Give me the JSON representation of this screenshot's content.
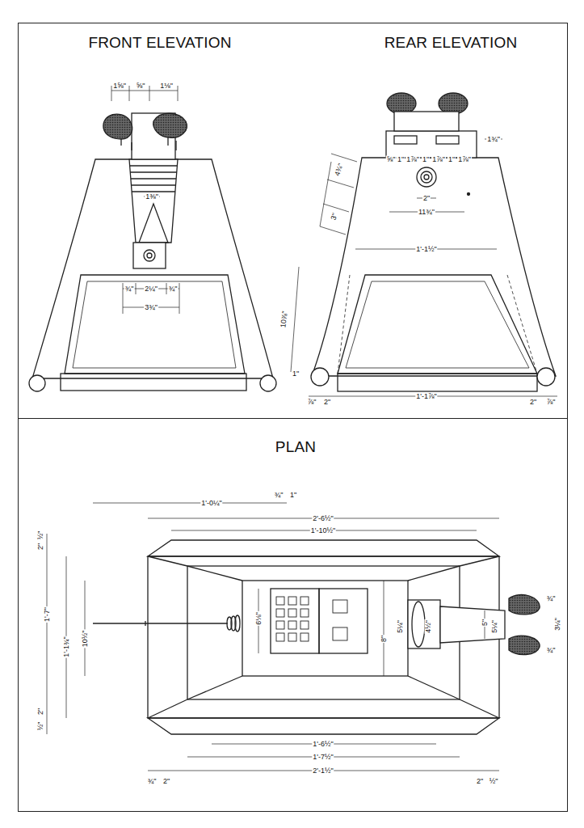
{
  "diagram": {
    "nodes": [
      {
        "text": [
          "FRONT ELEVATION",
          "REAR ELEVATION"
        ]
      },
      {
        "text": [
          "PLAN"
        ]
      }
    ],
    "labels": [
      "1⅝\"",
      "⅝\"",
      "1⅛\"",
      "1⅜\"",
      "¾\"",
      "2¼\"",
      "¾\"",
      "3¾\"",
      "1¾\"",
      "⅝\"",
      "1\"",
      "1⅞\"",
      "1\"",
      "1⅞\"",
      "1\"",
      "1⅞\"",
      "4¾\"",
      "3\"",
      "2\"",
      "11¾\"",
      "1'-1½\"",
      "10⅞\"",
      "1\"",
      "⅞\"",
      "2\"",
      "1'-1⅞\"",
      "2\"",
      "⅞\"",
      "1'-0¼\"",
      "¾\"",
      "1\"",
      "2'-6½\"",
      "1'-10½\"",
      "½\"",
      "2\"",
      "1'-7\"",
      "1'-1¾\"",
      "10½\"",
      "2\"",
      "½\"",
      "6⅛\"",
      "8\"",
      "5¼\"",
      "4½\"",
      "5\"",
      "5¼\"",
      "¾\"",
      "3¼\"",
      "¾\"",
      "1'-6½\"",
      "1'-7½\"",
      "2'-1½\"",
      "¾\"",
      "2\"",
      "2\"",
      "½\""
    ]
  }
}
